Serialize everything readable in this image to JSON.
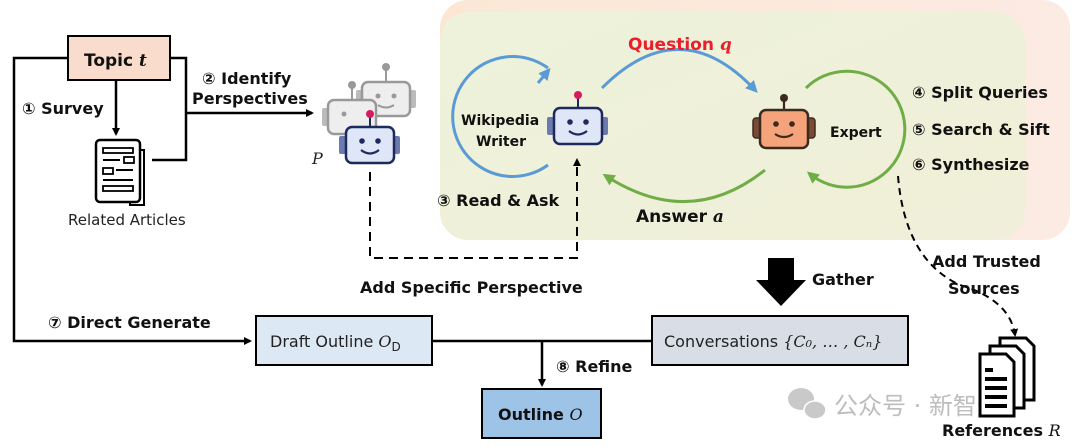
{
  "topic": {
    "label": "Topic",
    "var": "t"
  },
  "steps": {
    "survey": "① Survey",
    "identify_line1": "② Identify",
    "identify_line2": "Perspectives",
    "read_ask": "③ Read & Ask",
    "split_queries": "④ Split Queries",
    "search_sift": "⑤ Search & Sift",
    "synthesize": "⑥ Synthesize",
    "direct_generate": "⑦ Direct Generate",
    "refine": "⑧ Refine"
  },
  "related_articles": "Related Articles",
  "perspectives_symbol": "P",
  "writer": {
    "line1": "Wikipedia",
    "line2": "Writer"
  },
  "expert": "Expert",
  "question": {
    "label": "Question",
    "var": "q"
  },
  "answer": {
    "label": "Answer",
    "var": "a"
  },
  "add_specific_perspective": "Add Specific Perspective",
  "gather": "Gather",
  "add_trusted_sources": {
    "line1": "Add Trusted",
    "line2": "Sources"
  },
  "draft_outline": {
    "label": "Draft Outline",
    "var": "O",
    "sub": "D"
  },
  "conversations": {
    "label": "Conversations",
    "set": "{C₀, … , Cₙ}"
  },
  "outline": {
    "label": "Outline",
    "var": "O"
  },
  "references": {
    "label": "References",
    "var": "R"
  },
  "watermark": "公众号 · 新智元",
  "colors": {
    "topic_fill": "#f9dccc",
    "draft_fill": "#dce8f4",
    "outline_fill": "#9dc3e6",
    "conv_fill": "#d9dde6",
    "question_red": "#e8202a",
    "blue_arrow": "#5b9bd5",
    "green_arrow": "#70ad47",
    "panel_outer": "#fdf0e2",
    "panel_inner": "#eef0da",
    "writer_robot": "#dfe6f7",
    "expert_robot": "#f4a37a"
  }
}
